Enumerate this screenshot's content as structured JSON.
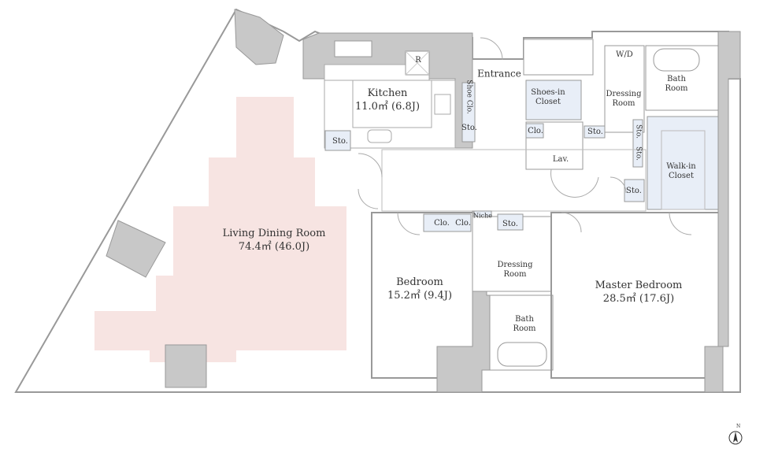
{
  "rooms": {
    "living": {
      "name": "Living Dining Room",
      "area": "74.4㎡ (46.0J)"
    },
    "kitchen": {
      "name": "Kitchen",
      "area": "11.0㎡ (6.8J)"
    },
    "bedroom": {
      "name": "Bedroom",
      "area": "15.2㎡ (9.4J)"
    },
    "master": {
      "name": "Master Bedroom",
      "area": "28.5㎡ (17.6J)"
    }
  },
  "labels": {
    "entrance": "Entrance",
    "shoes_closet": [
      "Shoes-in",
      "Closet"
    ],
    "shoe_clo": "Shoe Clo.",
    "sto": "Sto.",
    "clo": "Clo.",
    "lav": "Lav.",
    "wd": "W/D",
    "fridge": "R",
    "dressing": [
      "Dressing",
      "Room"
    ],
    "bath": [
      "Bath",
      "Room"
    ],
    "walkin": [
      "Walk-in",
      "Closet"
    ],
    "niche": "Niche"
  },
  "compass": {
    "label": "N"
  },
  "colors": {
    "living_fill": "#f7e4e2",
    "closet_fill": "#e8eef7",
    "wall": "#c8c8c8"
  }
}
